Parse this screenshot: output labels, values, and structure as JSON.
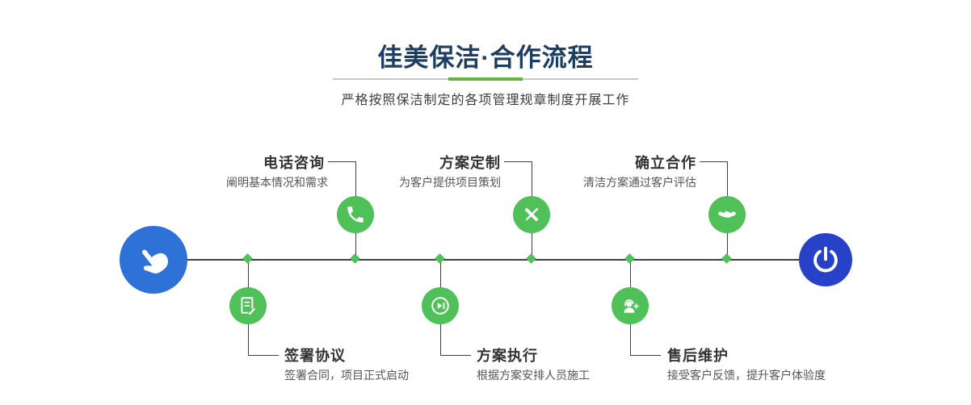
{
  "header": {
    "title": "佳美保洁·合作流程",
    "subtitle": "严格按照保洁制定的各项管理规章制度开展工作"
  },
  "timeline": {
    "start_icon": "pointing-hand-icon",
    "end_icon": "power-icon"
  },
  "steps": {
    "top": [
      {
        "title": "电话咨询",
        "desc": "阐明基本情况和需求",
        "icon": "phone-icon"
      },
      {
        "title": "方案定制",
        "desc": "为客户提供项目策划",
        "icon": "design-tools-icon"
      },
      {
        "title": "确立合作",
        "desc": "清洁方案通过客户评估",
        "icon": "handshake-icon"
      }
    ],
    "bottom": [
      {
        "title": "签署协议",
        "desc": "签署合同，项目正式启动",
        "icon": "contract-icon"
      },
      {
        "title": "方案执行",
        "desc": "根据方案安排人员施工",
        "icon": "play-icon"
      },
      {
        "title": "售后维护",
        "desc": "接受客户反馈，提升客户体验度",
        "icon": "customer-service-icon"
      }
    ]
  },
  "colors": {
    "accent_green": "#4fc158",
    "node_blue_left": "#2e72d8",
    "node_blue_right": "#2742c8",
    "title_navy": "#1d3d63",
    "divider_green": "#62b53f",
    "line_dark": "#3f3f3f"
  }
}
